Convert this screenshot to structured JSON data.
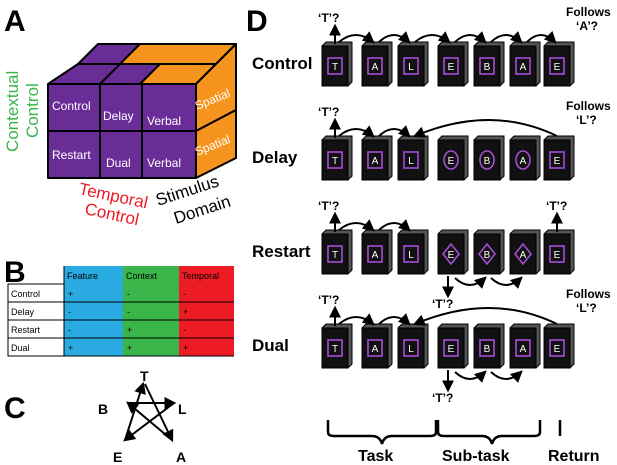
{
  "panels": {
    "a": "A",
    "b": "B",
    "c": "C",
    "d": "D"
  },
  "colors": {
    "purple": "#6a2c96",
    "orange": "#f7941d",
    "green": "#39b54a",
    "red": "#ed1c24",
    "blue": "#29abe2",
    "purple_border": "#a64dd8"
  },
  "panel_a": {
    "axis_contextual": "Contextual\nControl",
    "axis_contextual_l1": "Contextual",
    "axis_contextual_l2": "Control",
    "axis_temporal_l1": "Temporal",
    "axis_temporal_l2": "Control",
    "axis_stimulus_l1": "Stimulus",
    "axis_stimulus_l2": "Domain",
    "faces": {
      "control": "Control",
      "delay": "Delay",
      "restart": "Restart",
      "dual": "Dual",
      "verbal_top": "Verbal",
      "verbal_bottom": "Verbal",
      "spatial_top": "Spatial",
      "spatial_bottom": "Spatial"
    }
  },
  "panel_b": {
    "headers": [
      "Feature",
      "Context",
      "Temporal"
    ],
    "rows": [
      {
        "label": "Control",
        "feature": "+",
        "context": "-",
        "temporal": "-"
      },
      {
        "label": "Delay",
        "feature": "-",
        "context": "-",
        "temporal": "+"
      },
      {
        "label": "Restart",
        "feature": "-",
        "context": "+",
        "temporal": "-"
      },
      {
        "label": "Dual",
        "feature": "+",
        "context": "+",
        "temporal": "+"
      }
    ]
  },
  "panel_c": {
    "letters": [
      "T",
      "L",
      "A",
      "E",
      "B"
    ]
  },
  "panel_d": {
    "conditions": [
      {
        "name": "Control",
        "letters": [
          "T",
          "A",
          "L",
          "E",
          "B",
          "A",
          "E"
        ],
        "q_left": "‘T’?",
        "q_right_1": "Follows",
        "q_right_2": "‘A’?"
      },
      {
        "name": "Delay",
        "letters": [
          "T",
          "A",
          "L",
          "E",
          "B",
          "A",
          "E"
        ],
        "q_left": "‘T’?",
        "q_right_1": "Follows",
        "q_right_2": "‘L’?"
      },
      {
        "name": "Restart",
        "letters": [
          "T",
          "A",
          "L",
          "E",
          "B",
          "A",
          "E"
        ],
        "q_left": "‘T’?",
        "q_right": "‘T’?",
        "q_below": "‘T’?"
      },
      {
        "name": "Dual",
        "letters": [
          "T",
          "A",
          "L",
          "E",
          "B",
          "A",
          "E"
        ],
        "q_left": "‘T’?",
        "q_right_1": "Follows",
        "q_right_2": "‘L’?",
        "q_below": "‘T’?"
      }
    ],
    "phases": [
      "Task",
      "Sub-task",
      "Return"
    ]
  }
}
